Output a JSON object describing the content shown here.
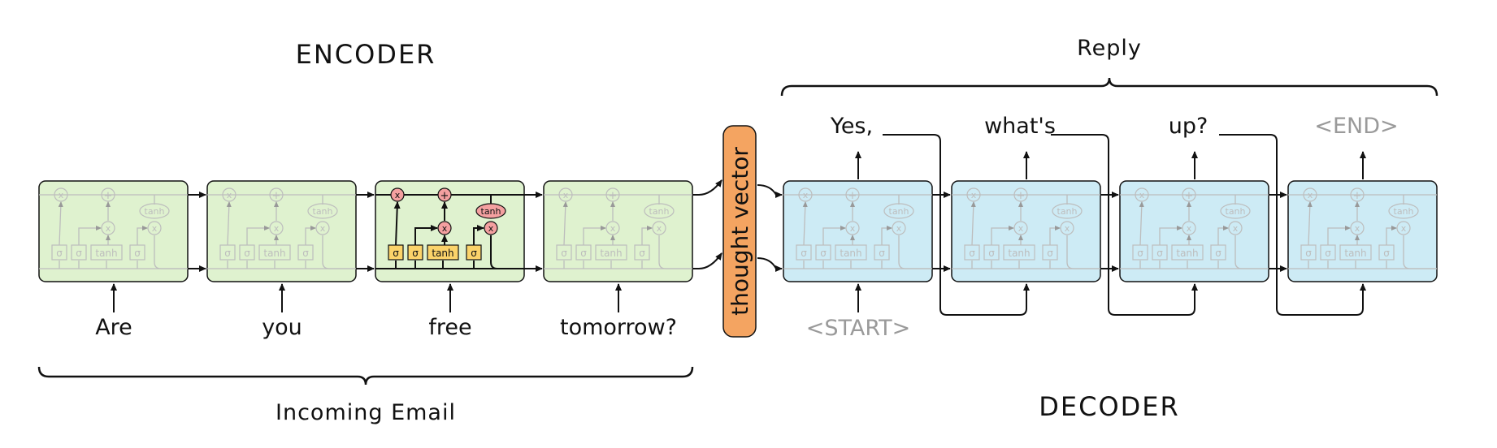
{
  "encoder": {
    "title": "ENCODER",
    "group_label": "Incoming Email",
    "inputs": [
      "Are",
      "you",
      "free",
      "tomorrow?"
    ]
  },
  "thought_vector": "thought vector",
  "decoder": {
    "title": "DECODER",
    "group_label": "Reply",
    "start_token": "<START>",
    "outputs": [
      "Yes,",
      "what's",
      "up?",
      "<END>"
    ]
  },
  "cell_labels": {
    "multiply": "x",
    "add": "+",
    "tanh": "tanh",
    "sigmoid": "σ"
  },
  "colors": {
    "encoder_fill": "#dff2cf",
    "decoder_fill": "#cdebf5",
    "thought_vector_fill": "#f4a461",
    "active_gate_fill": "#fbd36a",
    "active_op_fill": "#f4a0a0",
    "faded_text": "#9a9a9a"
  }
}
